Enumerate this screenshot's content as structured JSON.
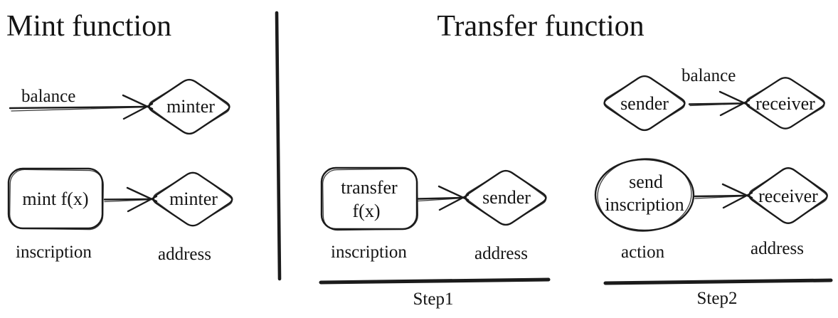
{
  "canvas": {
    "background": "#ffffff",
    "ink": "#1b1b1b"
  },
  "mint_panel": {
    "title": "Mint function",
    "balance_flow": {
      "label": "balance",
      "target_node": "minter"
    },
    "mint_flow": {
      "source_node": "mint f(x)",
      "target_node": "minter"
    },
    "source_caption": "inscription",
    "target_caption": "address"
  },
  "transfer_panel": {
    "title": "Transfer function",
    "step1": {
      "source_node_line1": "transfer",
      "source_node_line2": "f(x)",
      "target_node": "sender",
      "source_caption": "inscription",
      "target_caption": "address",
      "step_label": "Step1"
    },
    "step2": {
      "balance_flow": {
        "source_node": "sender",
        "label": "balance",
        "target_node": "receiver"
      },
      "send_flow": {
        "source_node_line1": "send",
        "source_node_line2": "inscription",
        "target_node": "receiver"
      },
      "source_caption": "action",
      "target_caption": "address",
      "step_label": "Step2"
    }
  }
}
